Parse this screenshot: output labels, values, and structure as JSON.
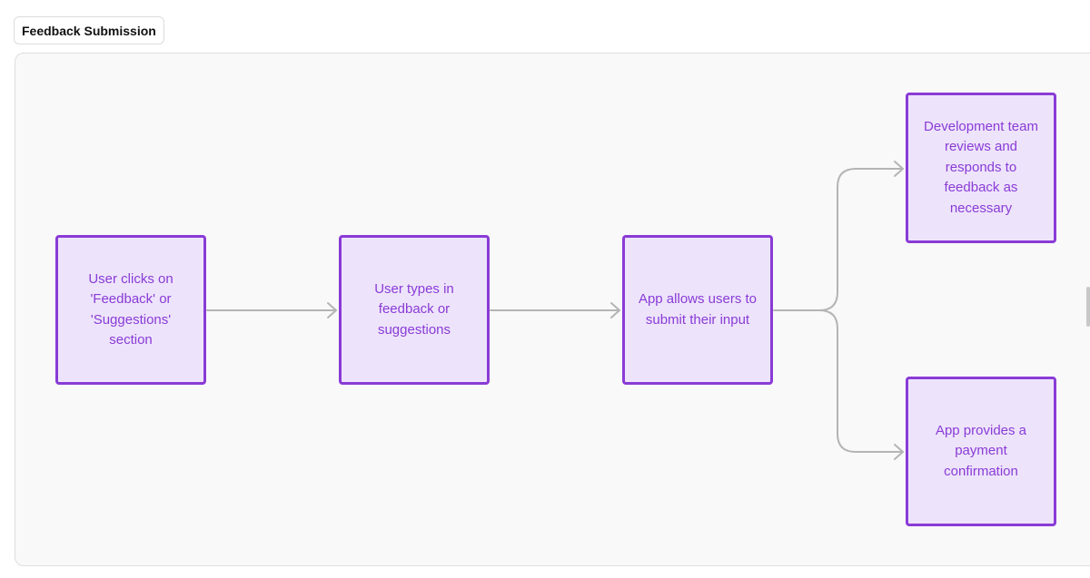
{
  "diagram": {
    "title": "Feedback Submission",
    "nodes": [
      {
        "id": "n1",
        "label": "User clicks on 'Feedback' or 'Suggestions' section"
      },
      {
        "id": "n2",
        "label": "User types in feedback or suggestions"
      },
      {
        "id": "n3",
        "label": "App allows users to submit their input"
      },
      {
        "id": "n4",
        "label": "Development team reviews and responds to feedback as necessary"
      },
      {
        "id": "n5",
        "label": "App provides a payment confirmation"
      }
    ],
    "edges": [
      {
        "from": "n1",
        "to": "n2"
      },
      {
        "from": "n2",
        "to": "n3"
      },
      {
        "from": "n3",
        "to": "n4"
      },
      {
        "from": "n3",
        "to": "n5"
      }
    ],
    "colors": {
      "node_border": "#8a3bd6",
      "node_fill": "#ede4fb",
      "node_text": "#8a3bd6",
      "connector": "#b4b4b4",
      "canvas_bg": "#f9f9f9"
    }
  }
}
